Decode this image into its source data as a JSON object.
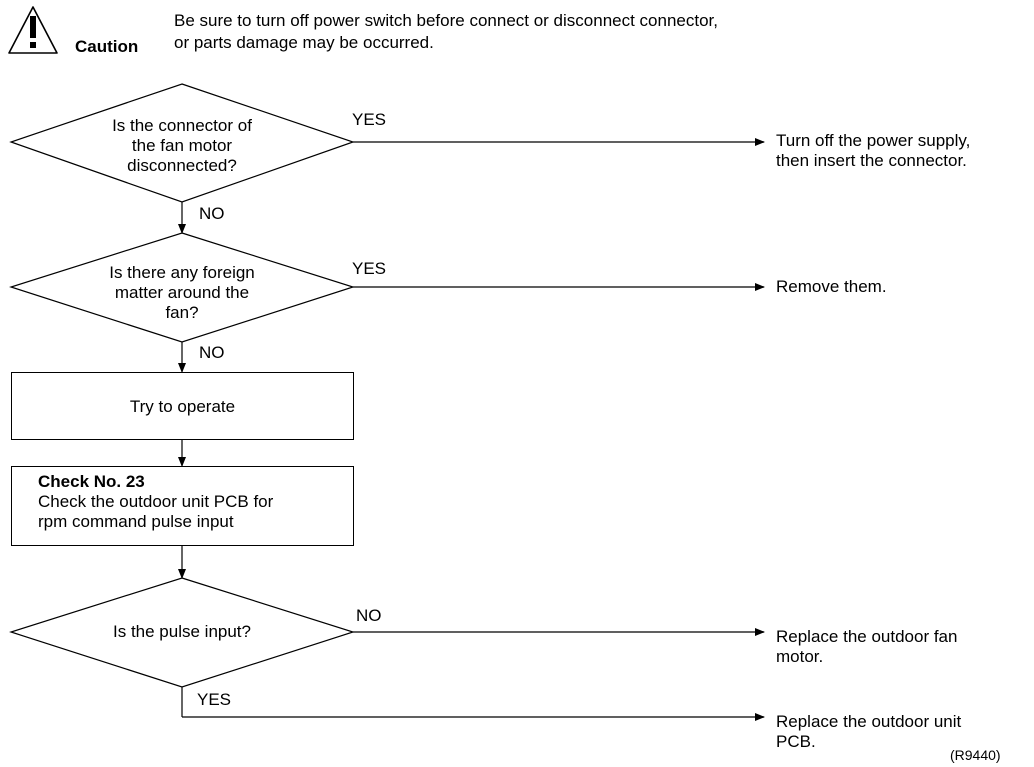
{
  "caution": {
    "icon": "warning-triangle-icon",
    "label": "Caution",
    "line1": "Be sure to turn off power switch before connect or disconnect connector,",
    "line2": "or parts damage may be occurred."
  },
  "flow": {
    "q1": {
      "line1": "Is the connector of",
      "line2": "the fan motor",
      "line3": "disconnected?",
      "yes_label": "YES",
      "no_label": "NO",
      "yes_result_line1": "Turn off the power supply,",
      "yes_result_line2": "then insert the connector."
    },
    "q2": {
      "line1": "Is there any foreign",
      "line2": "matter around the",
      "line3": "fan?",
      "yes_label": "YES",
      "no_label": "NO",
      "yes_result": "Remove them."
    },
    "step1": {
      "label": "Try to operate"
    },
    "step2": {
      "title": "Check No. 23",
      "line1": "Check the outdoor unit PCB for",
      "line2": "rpm command pulse input"
    },
    "q3": {
      "question": "Is the pulse input?",
      "no_label": "NO",
      "yes_label": "YES",
      "no_result_line1": "Replace the outdoor fan",
      "no_result_line2": "motor.",
      "yes_result_line1": "Replace the outdoor unit",
      "yes_result_line2": "PCB."
    }
  },
  "figure_code": "(R9440)"
}
